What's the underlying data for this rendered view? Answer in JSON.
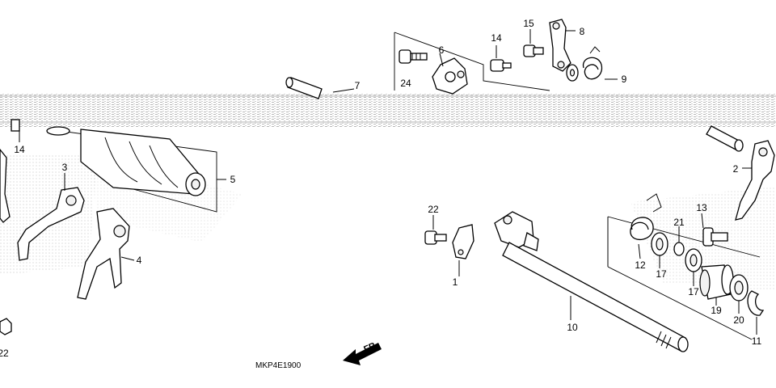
{
  "diagram": {
    "drawing_code": "MKP4E1900",
    "direction_label": "FR.",
    "callouts": {
      "c1": "1",
      "c2": "2",
      "c3": "3",
      "c4": "4",
      "c5": "5",
      "c6": "6",
      "c7": "7",
      "c8": "8",
      "c9": "9",
      "c10": "10",
      "c11": "11",
      "c12": "12",
      "c13": "13",
      "c14a": "14",
      "c14b": "14",
      "c15": "15",
      "c17a": "17",
      "c17b": "17",
      "c19": "19",
      "c20": "20",
      "c21": "21",
      "c22a": "22",
      "c22b": "22",
      "c24": "24"
    }
  }
}
